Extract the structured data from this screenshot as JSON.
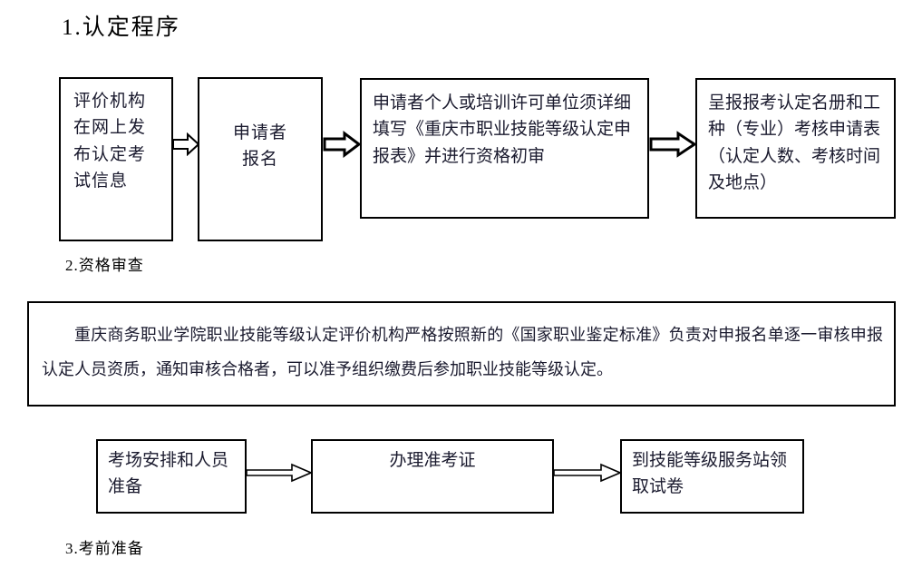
{
  "sections": [
    {
      "id": "s1",
      "label": "1.认定程序"
    },
    {
      "id": "s2",
      "label": "2.资格审查"
    },
    {
      "id": "s3",
      "label": "3.考前准备"
    }
  ],
  "flow_row_1": {
    "boxes": [
      {
        "name": "box-publish-exam-info",
        "text": "评价机构\n在网上发\n布认定考\n试信息"
      },
      {
        "name": "box-applicant-registration",
        "text": "申请者\n报名"
      },
      {
        "name": "box-fill-application-form",
        "text": "申请者个人或培训许可单位须详细填写《重庆市职业技能等级认定申报表》并进行资格初审"
      },
      {
        "name": "box-submit-roster",
        "text": "呈报报考认定名册和工种（专业）考核申请表（认定人数、考核时间及地点）"
      }
    ],
    "connectors": [
      {
        "name": "arrow-1",
        "icon": "block-arrow-right-icon"
      },
      {
        "name": "arrow-2",
        "icon": "block-arrow-right-icon"
      },
      {
        "name": "arrow-3",
        "icon": "block-arrow-right-icon"
      }
    ]
  },
  "qualification_review": {
    "paragraph": "重庆商务职业学院职业技能等级认定评价机构严格按照新的《国家职业鉴定标准》负责对申报名单逐一审核申报认定人员资质，通知审核合格者，可以准予组织缴费后参加职业技能等级认定。"
  },
  "flow_row_3": {
    "boxes": [
      {
        "name": "box-exam-room-arrangement",
        "text": "考场安排和人员准备"
      },
      {
        "name": "box-process-admission-ticket",
        "text": "办理准考证"
      },
      {
        "name": "box-collect-exam-paper",
        "text": "到技能等级服务站领取试卷"
      }
    ],
    "connectors": [
      {
        "name": "arrow-4",
        "icon": "line-arrow-right-icon"
      },
      {
        "name": "arrow-5",
        "icon": "line-arrow-right-icon"
      }
    ]
  },
  "colors": {
    "stroke": "#000000",
    "text": "#1a1a2e",
    "background": "#ffffff"
  }
}
